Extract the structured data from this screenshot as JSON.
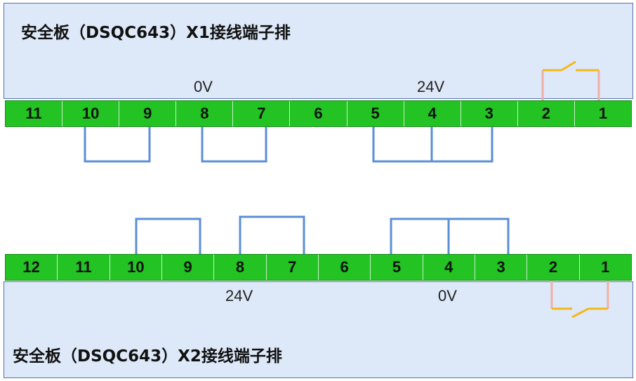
{
  "board_x1": {
    "title": "安全板（DSQC643）X1接线端子排",
    "voltage_left": "0V",
    "voltage_right": "24V",
    "terminals": [
      "11",
      "10",
      "9",
      "8",
      "7",
      "6",
      "5",
      "4",
      "3",
      "2",
      "1"
    ]
  },
  "board_x2": {
    "title": "安全板（DSQC643）X2接线端子排",
    "voltage_left": "24V",
    "voltage_right": "0V",
    "terminals": [
      "12",
      "11",
      "10",
      "9",
      "8",
      "7",
      "6",
      "5",
      "4",
      "3",
      "2",
      "1"
    ]
  },
  "colors": {
    "panel_fill": "#dde8f8",
    "terminal_green": "#22c322",
    "jumper_blue": "#5b8fd6",
    "switch_orange": "#f5b81c",
    "switch_pink": "#f0b0a8"
  }
}
